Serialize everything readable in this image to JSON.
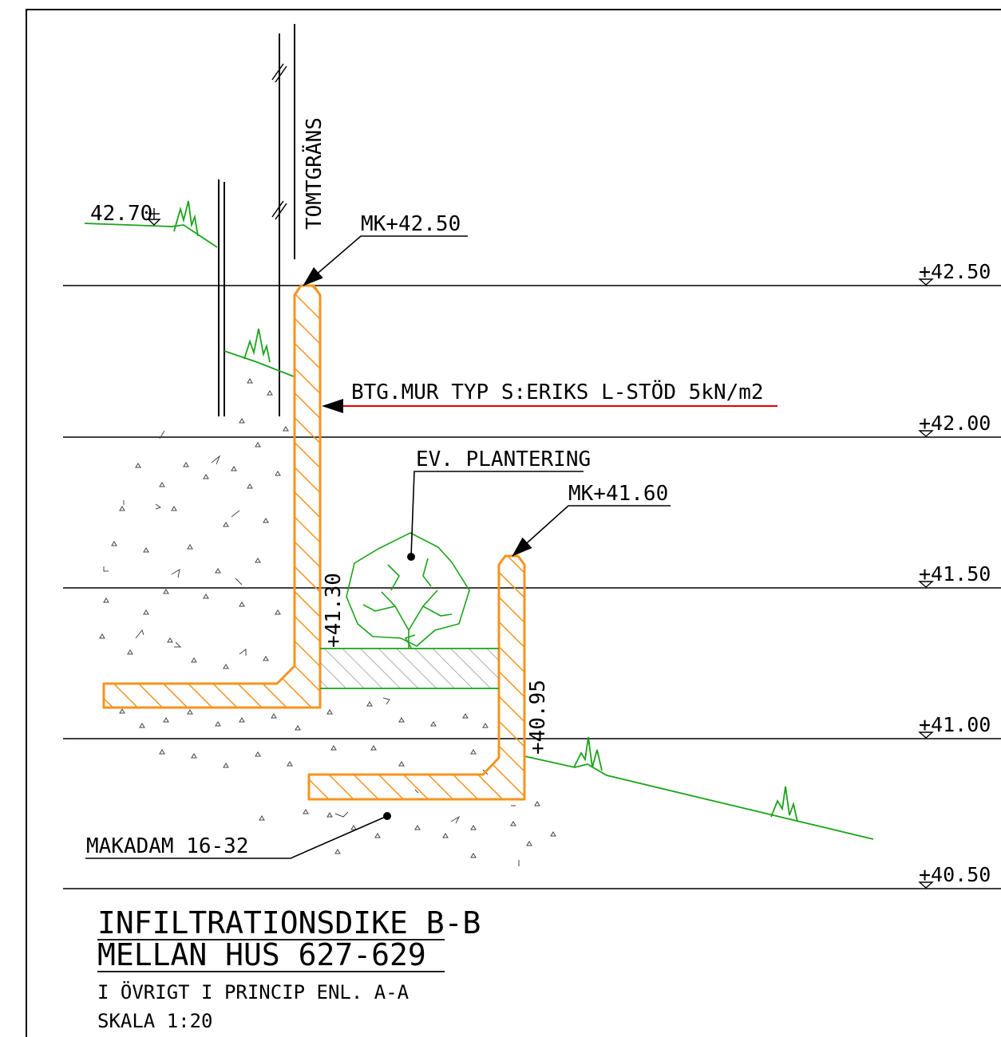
{
  "colors": {
    "line": "#000000",
    "wall": "#f7931e",
    "ground": "#1aa31a",
    "arrow_line": "#e00000"
  },
  "levels": [
    "+42.50",
    "+42.00",
    "+41.50",
    "+41.00",
    "+40.50"
  ],
  "labels": {
    "tomtgrans": "TOMTGRÄNS",
    "ground_level": "42.70",
    "wall_top_upper": "MK+42.50",
    "wall_top_lower": "MK+41.60",
    "wall_type": "BTG.MUR TYP S:ERIKS L-STÖD 5kN/m2",
    "planting": "EV. PLANTERING",
    "bed_level": "+41.30",
    "lower_level": "+40.95",
    "macadam": "MAKADAM 16-32"
  },
  "title": {
    "line1": "INFILTRATIONSDIKE B-B",
    "line2": "MELLAN HUS 627-629",
    "line3": "I ÖVRIGT I PRINCIP ENL. A-A",
    "line4": "SKALA 1:20"
  }
}
